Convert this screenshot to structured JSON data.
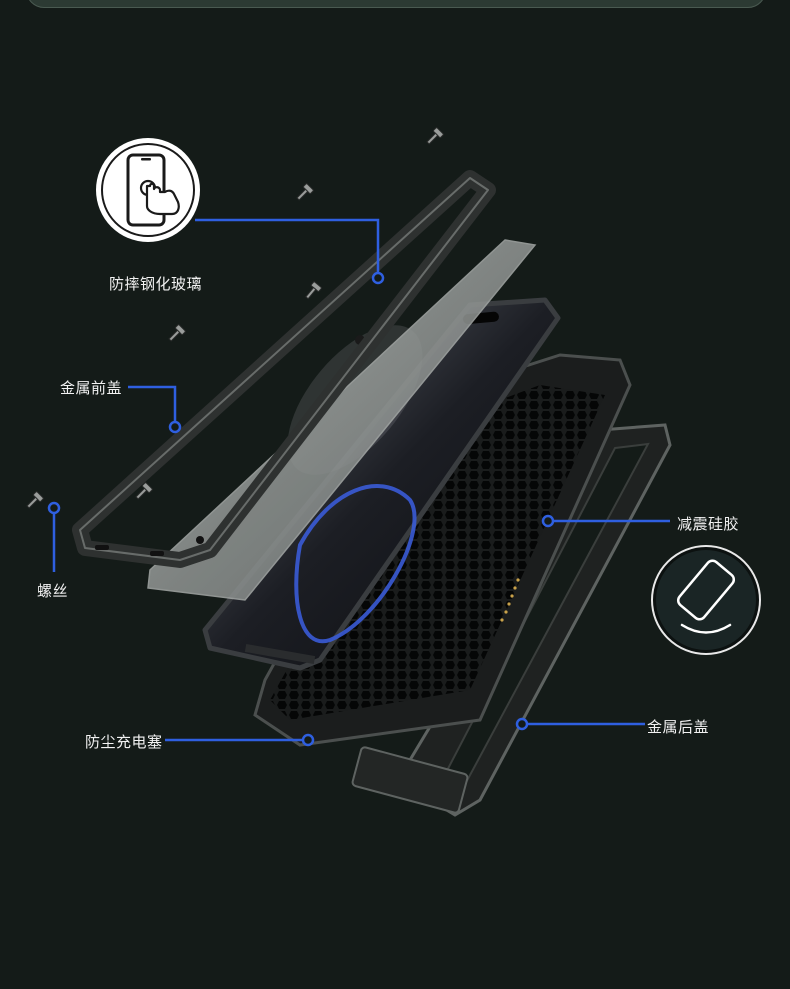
{
  "colors": {
    "background": "#141b18",
    "callout_line": "#2f5fe0",
    "label_text": "#f2f2f2",
    "frame_metal": "#2a2d2c",
    "frame_edge": "#6b6f6d",
    "glass": "#8e9290",
    "screen_accent": "#3a5bd6"
  },
  "labels": {
    "glass": "防摔钢化玻璃",
    "front_cover": "金属前盖",
    "screws": "螺丝",
    "dust_plug": "防尘充电塞",
    "shock_silicone": "减震硅胶",
    "back_cover": "金属后盖"
  },
  "icons": {
    "glass_badge": "phone-touch-icon",
    "silicone_badge": "shock-absorb-icon"
  }
}
